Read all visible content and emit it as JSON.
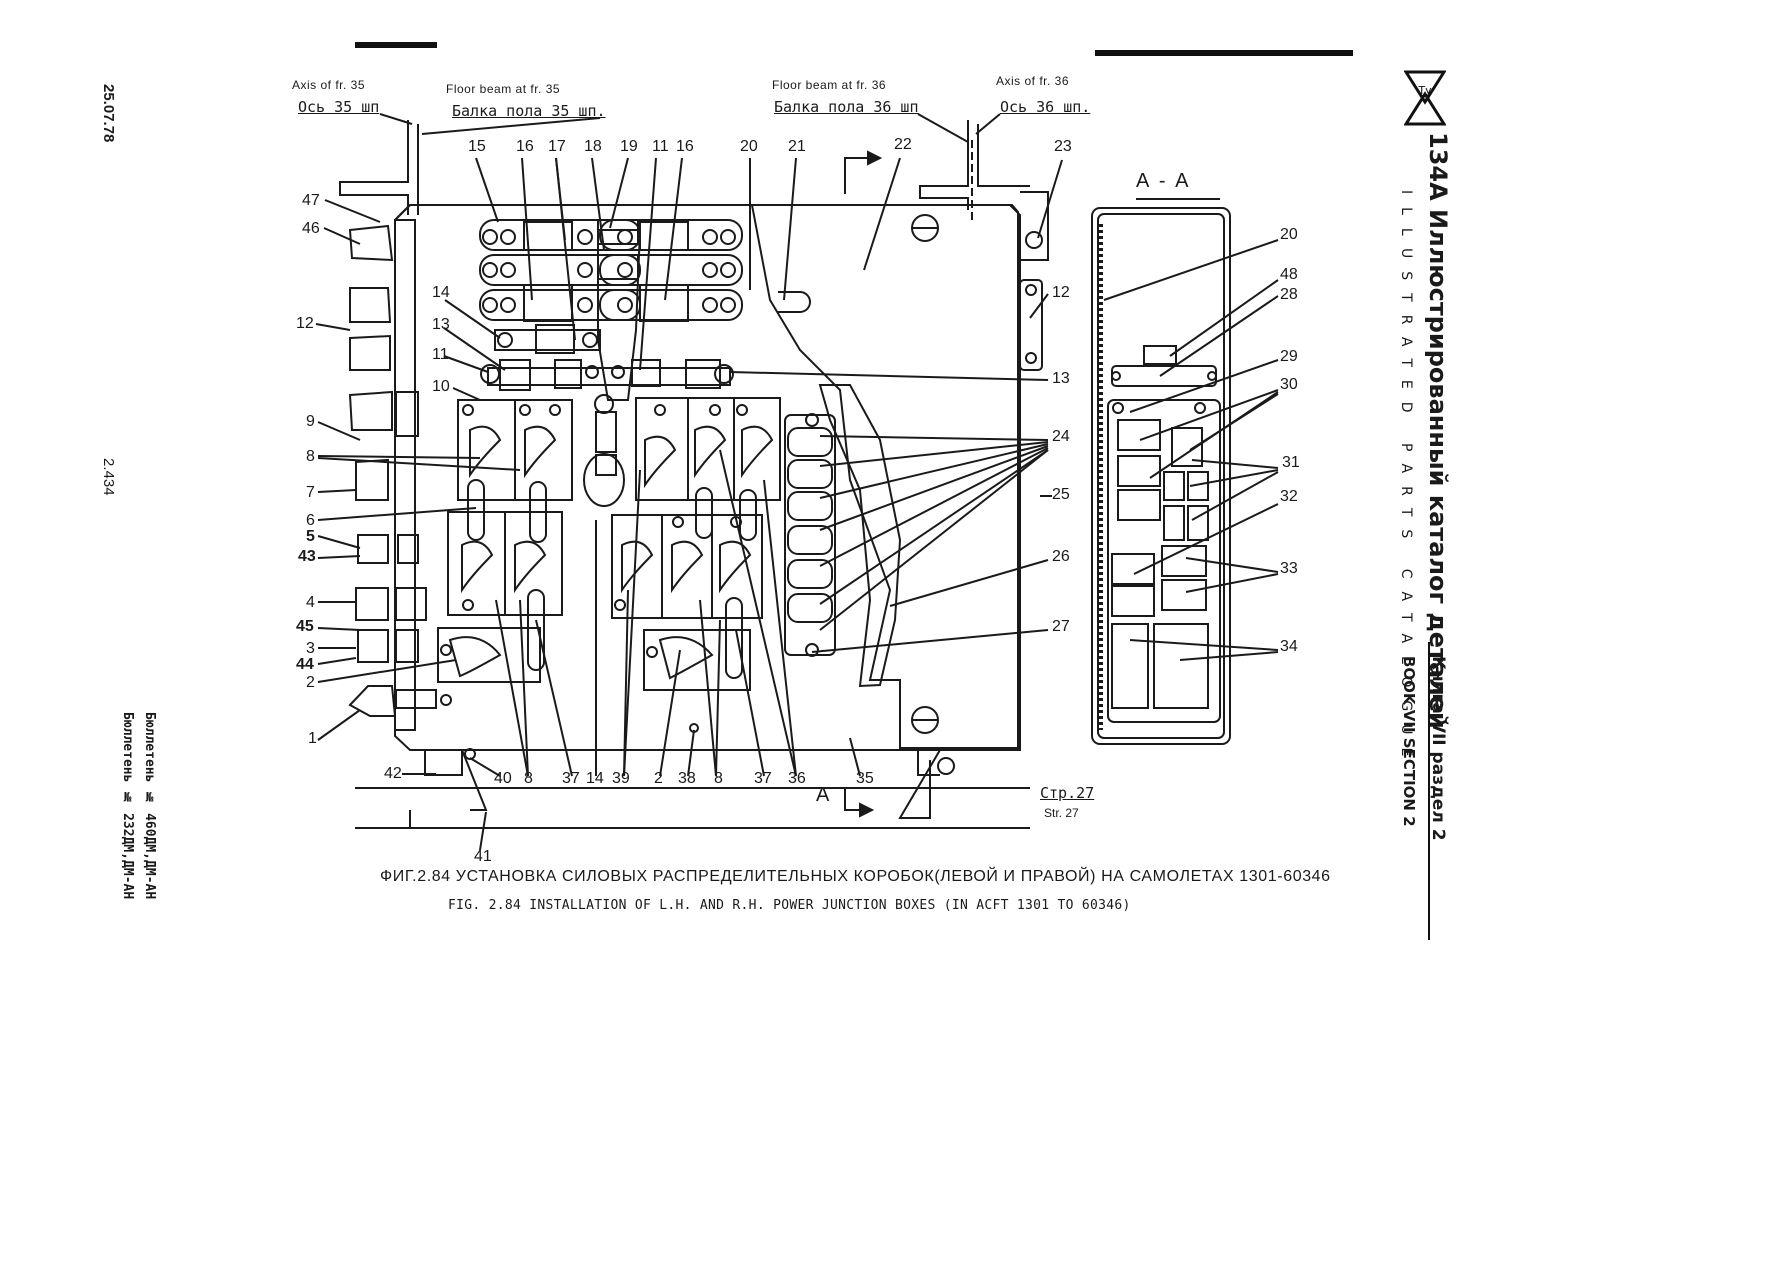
{
  "header": {
    "axis_fr35_en": "Axis of fr. 35",
    "axis_fr35_ru": "Ось 35 шп",
    "beam_fr35_en": "Floor beam at fr. 35",
    "beam_fr35_ru": "Балка пола 35 шп.",
    "beam_fr36_en": "Floor beam at fr. 36",
    "beam_fr36_ru": "Балка пола 36 шп",
    "axis_fr36_en": "Axis of fr. 36",
    "axis_fr36_ru": "Ось 36 шп."
  },
  "left_margin": {
    "date": "25.07.78",
    "page": "2.434",
    "bulletin_1": "Бюллетень № 460ДМ,ДМ-АН",
    "bulletin_2": "Бюллетень № 232ДМ,ДМ-АН"
  },
  "right_margin": {
    "logo": "Ту",
    "title_ru": "134А Иллюстрированный каталог деталей",
    "title_en": "ILLUSTRATED PARTS CATALOGUE",
    "book_ru": "Книга VII  раздел 2",
    "book_en": "BOOK VII SECTION 2"
  },
  "section_view": {
    "title": "А - А"
  },
  "section_marker": "А",
  "page_ref_ru": "Стр.27",
  "page_ref_en": "Str. 27",
  "caption": {
    "ru": "ФИГ.2.84  УСТАНОВКА  СИЛОВЫХ  РАСПРЕДЕЛИТЕЛЬНЫХ  КОРОБОК(ЛЕВОЙ  И ПРАВОЙ)  НА САМОЛЕТАХ 1301-60346",
    "en": "FIG. 2.84 INSTALLATION OF L.H. AND R.H. POWER JUNCTION BOXES (IN ACFT 1301 TO 60346)"
  },
  "callouts": {
    "top": [
      "15",
      "16",
      "17",
      "18",
      "19",
      "11",
      "16",
      "20",
      "21",
      "22",
      "23"
    ],
    "left": [
      "47",
      "46",
      "12",
      "14",
      "13",
      "11",
      "10",
      "9",
      "8",
      "7",
      "6",
      "5",
      "43",
      "4",
      "45",
      "3",
      "44",
      "2",
      "1"
    ],
    "bottom": [
      "42",
      "40",
      "8",
      "37",
      "14",
      "39",
      "2",
      "38",
      "8",
      "37",
      "36",
      "35",
      "41"
    ],
    "right_main": [
      "12",
      "13",
      "24",
      "25",
      "26",
      "27"
    ],
    "right_section": [
      "20",
      "48",
      "28",
      "29",
      "30",
      "31",
      "32",
      "33",
      "34"
    ]
  }
}
